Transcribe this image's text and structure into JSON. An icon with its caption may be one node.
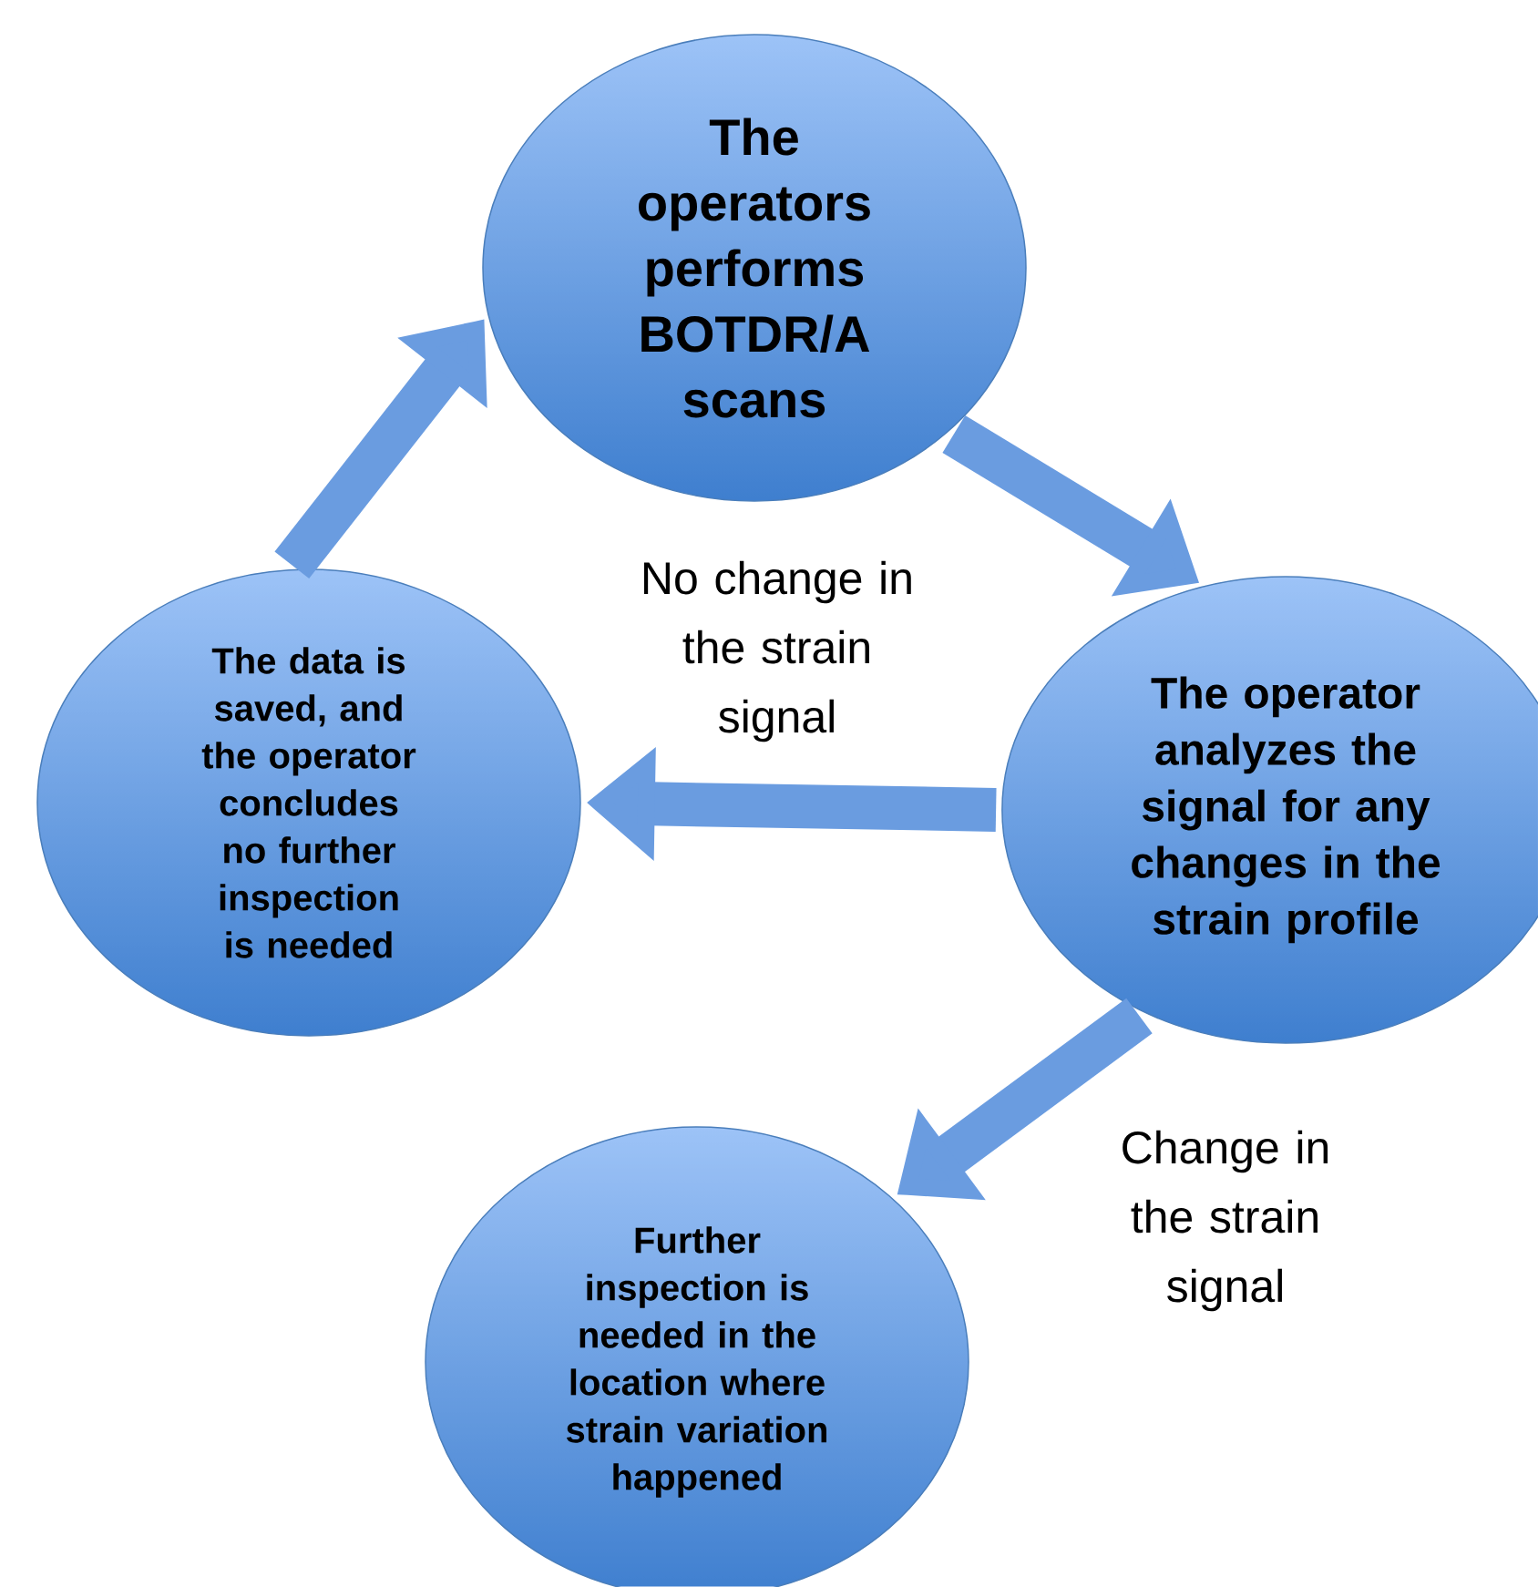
{
  "diagram": {
    "nodes": [
      {
        "text": [
          "The operators performs BOTDR/A scans"
        ]
      },
      {
        "text": [
          "The operator analyzes the signal for any changes in the strain profile"
        ]
      },
      {
        "text": [
          "The data is saved, and the operator concludes no further inspection is needed"
        ]
      },
      {
        "text": [
          "Further inspection is needed in the location where strain variation happened"
        ]
      }
    ],
    "edges": [
      {
        "from": 0,
        "to": 1,
        "arrow": "to"
      },
      {
        "from": 1,
        "to": 3,
        "arrow": "to",
        "label": "Change in the strain signal"
      },
      {
        "from": 1,
        "to": 2,
        "arrow": "to",
        "label": "No change in the strain signal"
      },
      {
        "from": 2,
        "to": 0,
        "arrow": "to"
      }
    ]
  }
}
